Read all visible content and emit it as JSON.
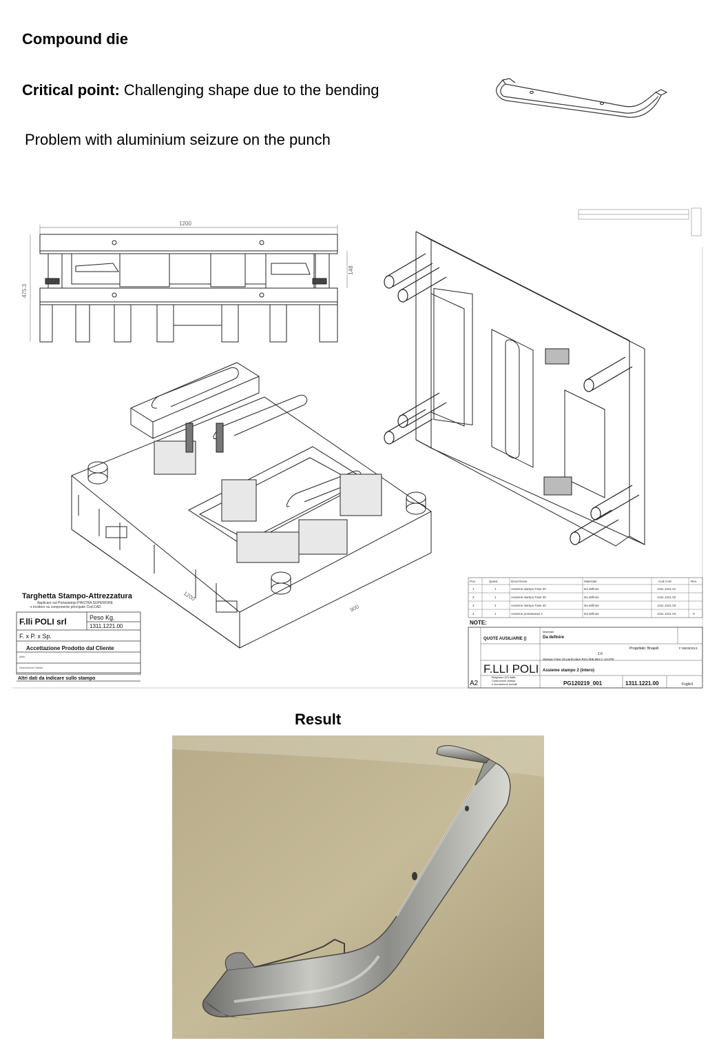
{
  "page": {
    "title": "Compound die",
    "critical_label": "Critical point:",
    "critical_text": " Challenging shape due to the bending",
    "problem": "Problem with aluminium seizure on the punch",
    "result_label": "Result"
  },
  "drawing": {
    "dim_width": "1200",
    "dim_height_left": "475.3",
    "dim_height_right": "148",
    "dim_iso_a": "1200",
    "dim_iso_b": "900",
    "plate": {
      "title": "Targhetta Stampo-Attrezzatura",
      "sub1": "Applicare sul Portastampi PIASTRA SUPERIORE",
      "sub2": "e incidere su componente principale Cod.CAD",
      "company": "F.lli POLI srl",
      "weight_label": "Peso Kg.",
      "weight_value": "1311.1221.00",
      "fxp": "F. x P. x Sp.",
      "acceptance": "Accettazione Prodotto dal Cliente",
      "line1": "data",
      "line2": "Descrizione Cliente",
      "other": "Altri dati da indicare sullo stampo"
    },
    "bom": {
      "headers": [
        "Pos.",
        "Quant.",
        "Descrizione",
        "Materiale",
        "Cod.CAD",
        "Rev."
      ],
      "rows": [
        [
          "1",
          "1",
          "Assieme stampo Fase 20",
          "Da definire",
          "1311.1221.01",
          ""
        ],
        [
          "2",
          "1",
          "Assieme stampo Fase 30",
          "Da definire",
          "1311.1221.02",
          ""
        ],
        [
          "3",
          "1",
          "Assieme stampo Fase 40",
          "Da definire",
          "1311.1221.03",
          ""
        ],
        [
          "4",
          "1",
          "Assieme portastampi 2",
          "Da definire",
          "1311.1221.04",
          "0"
        ]
      ]
    },
    "title_block": {
      "note": "NOTE:",
      "quote": "QUOTE AUSILIARIE ()",
      "material_label": "Materiale",
      "material": "Da definire",
      "company": "F.LLI POLI",
      "company_sub1": "Bregnano (VI) Italia",
      "company_sub2": "Costruzione stampi",
      "company_sub3": "e lavorazione metalli",
      "project": "Stampo Fase 20 particolare RSA 006 994 C-13-079",
      "drawing_title": "Assieme stampo 2 (intero)",
      "scale": "1:6",
      "drawn_by": "Progettato: Bnapoli",
      "date": "F 05/03/2013",
      "format": "A2",
      "order": "PG120219_001",
      "code": "1311.1221.00",
      "sheet": "Foglio1"
    }
  }
}
